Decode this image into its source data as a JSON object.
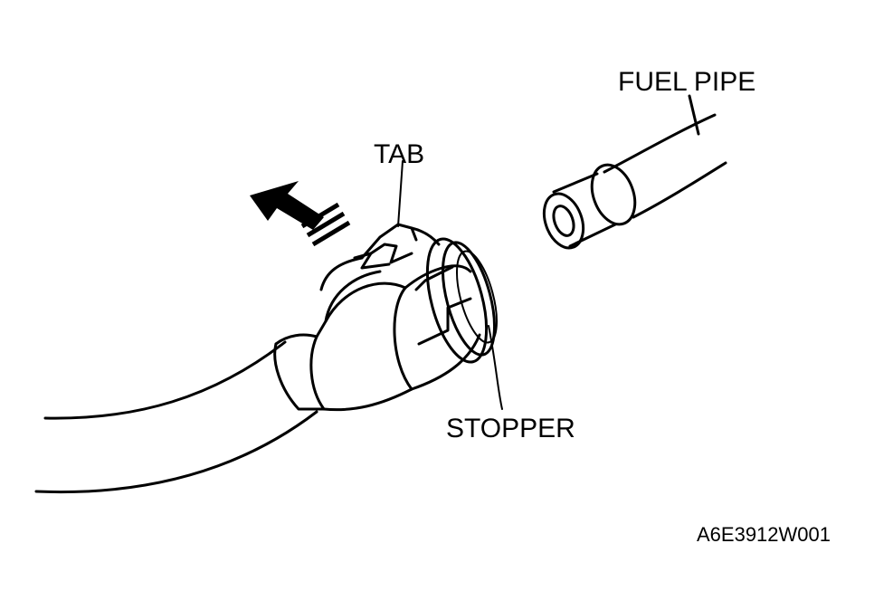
{
  "labels": {
    "fuel_pipe": "FUEL PIPE",
    "tab": "TAB",
    "stopper": "STOPPER"
  },
  "figure_code": "A6E3912W001",
  "icons": {
    "direction_arrow": "push-arrow-icon"
  }
}
